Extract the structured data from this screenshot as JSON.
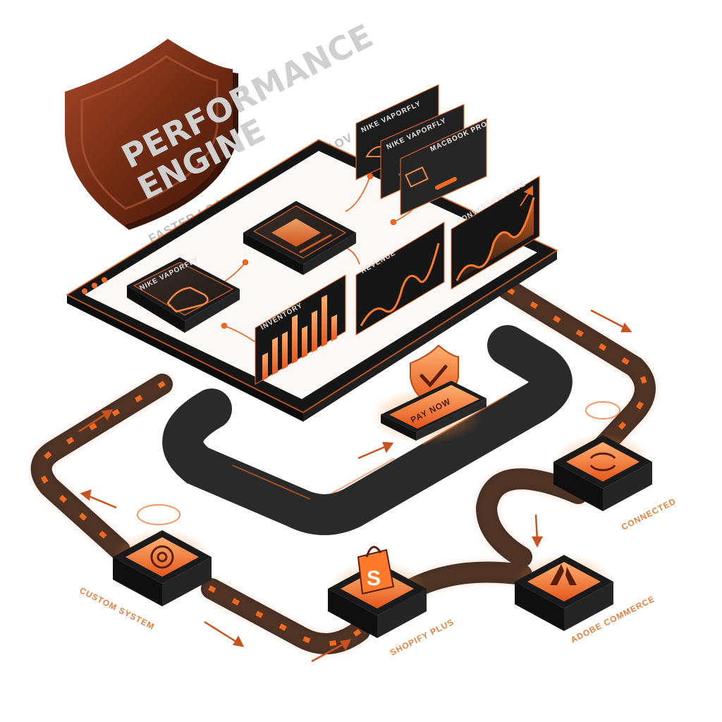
{
  "hero": {
    "title_line1": "PERFORMANCE",
    "title_line2": "ENGINE",
    "tagline": "FASTER LOAD TIMES, HIGHER AOV"
  },
  "cards": {
    "product_1": "NIKE VAPORFLY",
    "product_2": "NIKE VAPORFLY",
    "product_3": "MACBOOK PRO",
    "product_4": "NIKE VAPORFLY",
    "inventory": "INVENTORY",
    "revenue": "REVENUE",
    "conversion": "CONVERSION RATE"
  },
  "checkout": {
    "pay_button": "PAY NOW"
  },
  "platforms": {
    "custom": "CUSTOM SYSTEM",
    "shopify": "SHOPIFY PLUS",
    "adobe": "ADOBE COMMERCE",
    "connected": "CONNECTED"
  },
  "colors": {
    "accent": "#f26a21",
    "accent_light": "#ff9a55",
    "dark": "#262626",
    "shield": "#7a3216",
    "label_gray": "#b5b5b5"
  },
  "icons": {
    "hero": "shield-icon",
    "checkout": "shield-check-icon",
    "custom": "gear-icon",
    "shopify": "shopping-bag-icon",
    "adobe": "adobe-logo-icon",
    "connected": "sync-icon"
  }
}
